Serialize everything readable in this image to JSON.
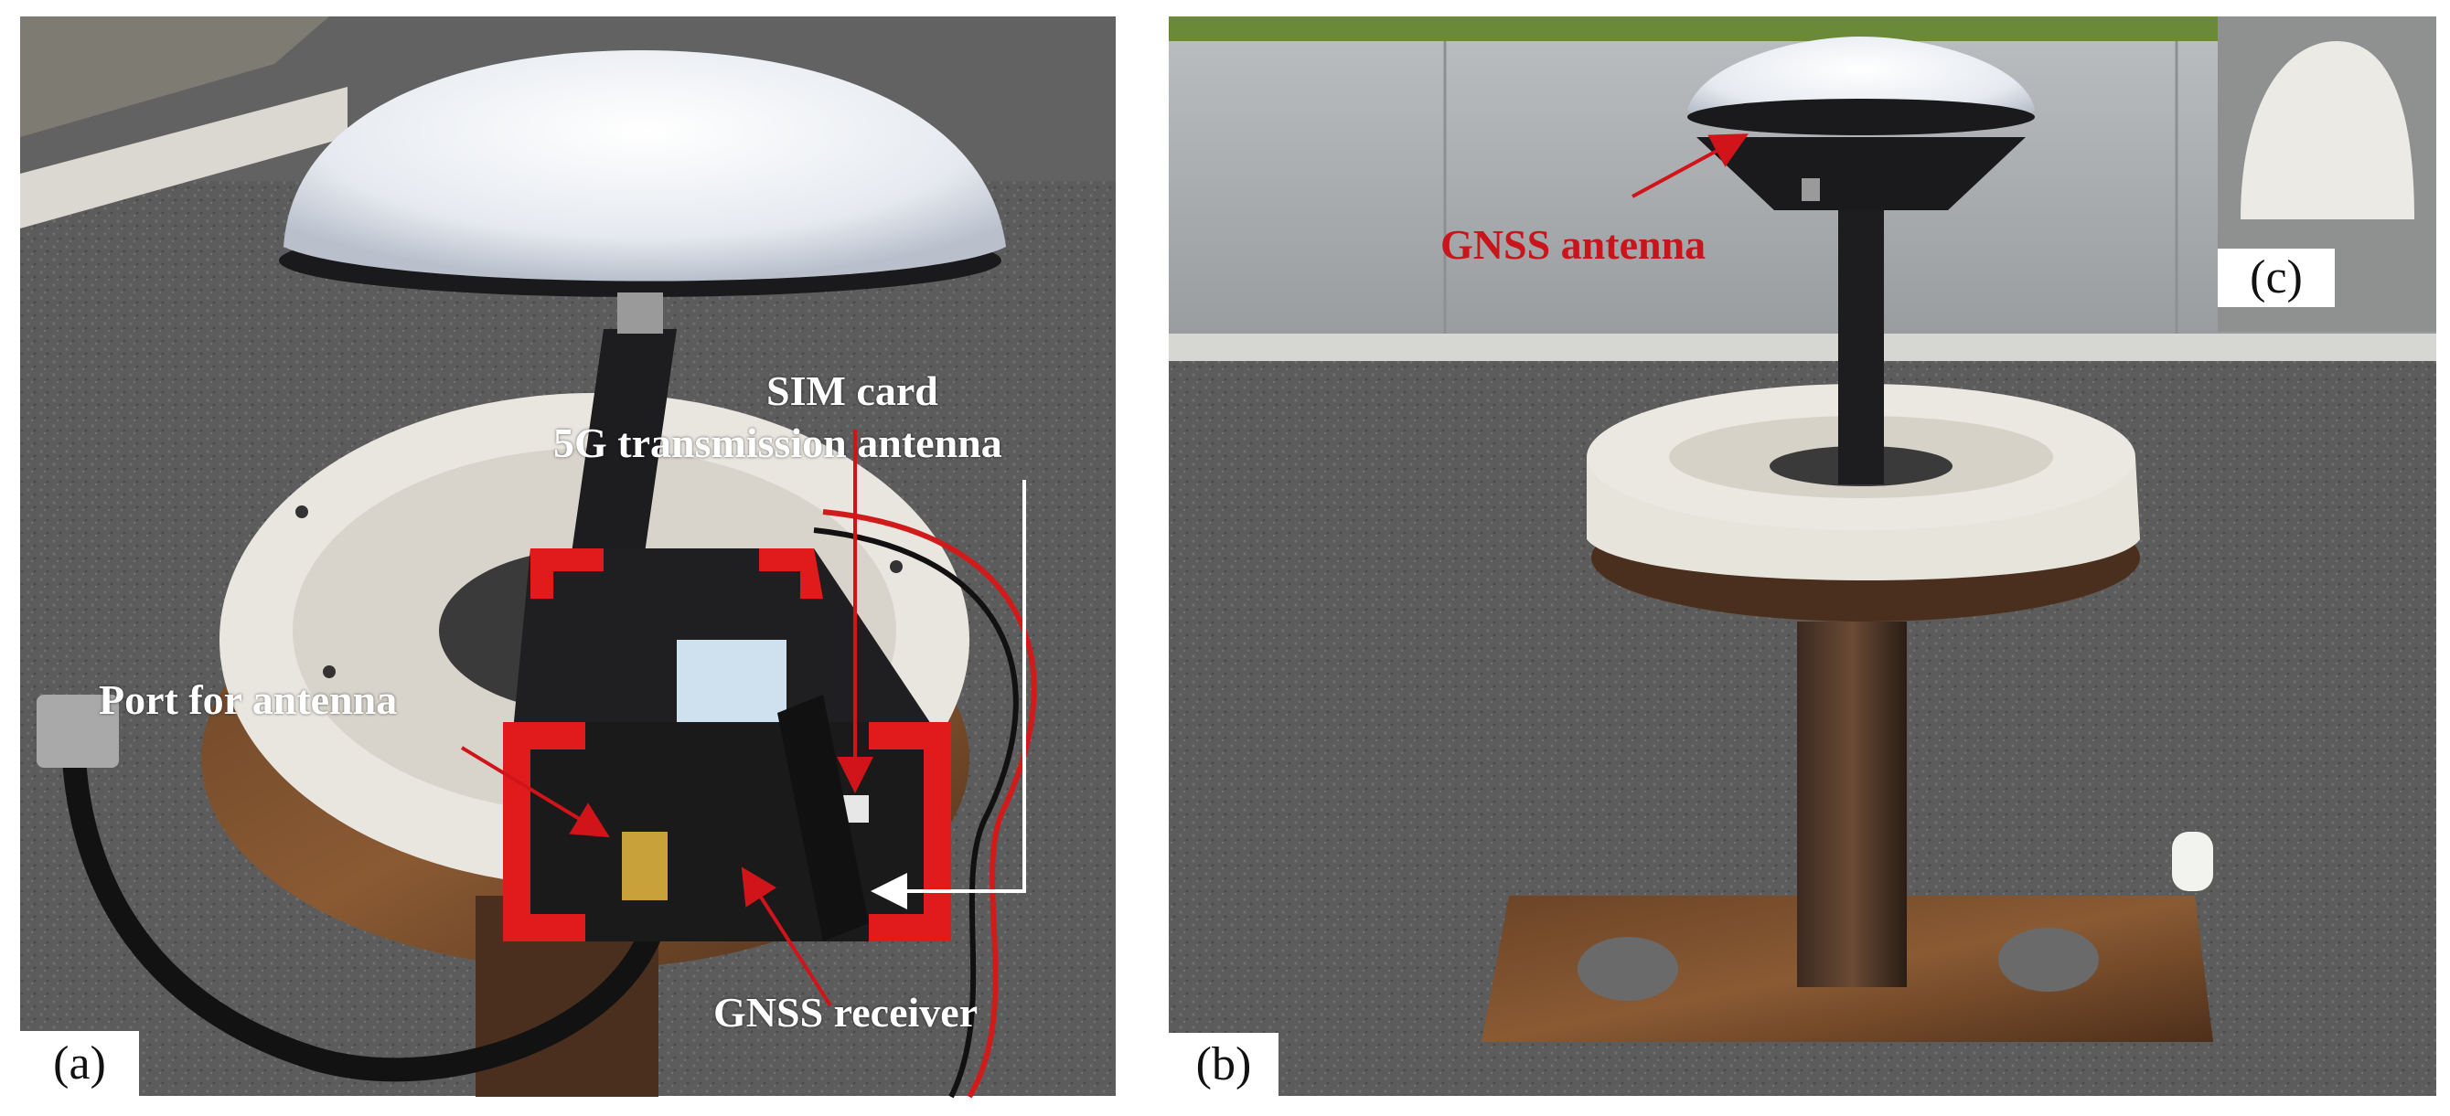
{
  "figure": {
    "panels": [
      {
        "id": "a",
        "label": "(a)",
        "annotations": {
          "sim_card": "SIM card",
          "transmission_antenna": "5G transmission antenna",
          "port_for_antenna": "Port for antenna",
          "gnss_receiver": "GNSS receiver"
        }
      },
      {
        "id": "b",
        "label": "(b)",
        "annotations": {
          "gnss_antenna": "GNSS antenna"
        }
      },
      {
        "id": "c",
        "label": "(c)"
      }
    ]
  },
  "colors": {
    "annotation_red": "#c8141a",
    "annotation_white": "#ffffff",
    "receiver_case_red": "#e11b1b",
    "asphalt": "#5a5a5a",
    "antenna_dome": "#e9edf3"
  }
}
